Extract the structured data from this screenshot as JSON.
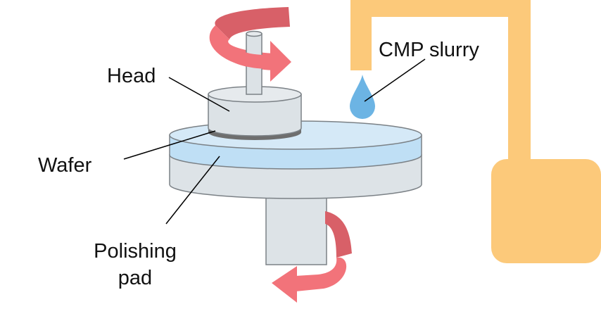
{
  "labels": {
    "head": "Head",
    "wafer": "Wafer",
    "polishing_pad_line1": "Polishing",
    "polishing_pad_line2": "pad",
    "cmp_slurry": "CMP slurry"
  },
  "colors": {
    "rotation_arrow": "#f2737a",
    "rotation_arrow_dark": "#d86068",
    "slurry_pipe": "#fcc97a",
    "slurry_drop": "#6cb4e4",
    "pad_top": "#d5e9f7",
    "pad_side": "#bfdff5",
    "platen": "#dde3e7",
    "head_body": "#dce2e6",
    "wafer": "#6e6e6e",
    "outline": "#7b8186",
    "leader_line": "#000000"
  },
  "icons": {
    "top_rotation": "curved-arrow-icon",
    "bottom_rotation": "curved-arrow-icon",
    "slurry_drop": "droplet-icon"
  }
}
